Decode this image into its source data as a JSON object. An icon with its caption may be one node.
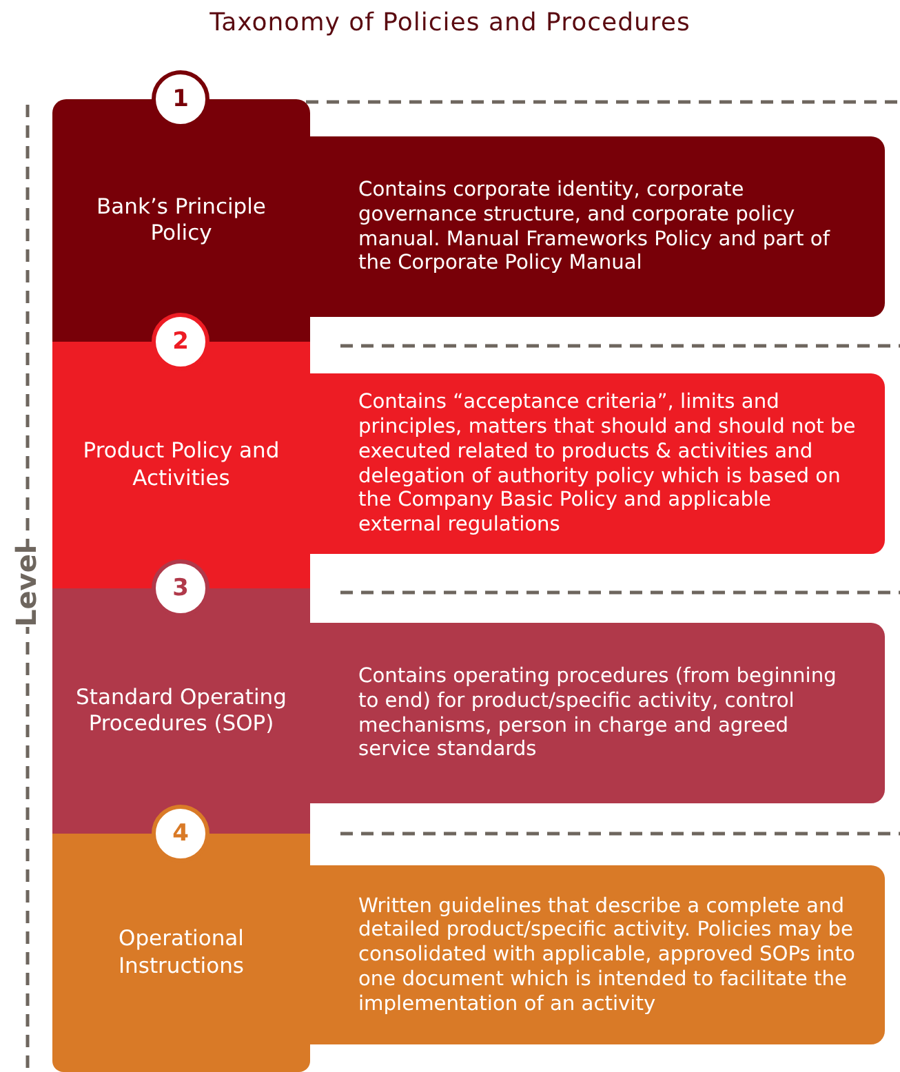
{
  "diagram": {
    "title": "Taxonomy of Policies and Procedures",
    "nodes": [
      {
        "text": [
          "1"
        ]
      },
      {
        "text": [
          "Bank’s Principle Policy"
        ]
      },
      {
        "text": [
          "Contains corporate identity, corporate governance structure, and corporate policy manual. Manual Frameworks Policy and part of the Corporate Policy Manual"
        ]
      },
      {
        "text": [
          "2"
        ]
      },
      {
        "text": [
          "Product Policy and Activities"
        ]
      },
      {
        "text": [
          "Contains “acceptance criteria”, limits and principles, matters that should and should not be executed related to products & activities and delegation of authority policy which is based on the Company Basic Policy and applicable external regulations"
        ]
      },
      {
        "text": [
          "3"
        ]
      },
      {
        "text": [
          "Standard Operating Procedures (SOP)"
        ]
      },
      {
        "text": [
          "Contains operating procedures (from beginning to end) for product/specific activity, control mechanisms, person in charge and agreed service standards"
        ]
      },
      {
        "text": [
          "4"
        ]
      },
      {
        "text": [
          "Operational Instructions"
        ]
      },
      {
        "text": [
          "Written guidelines that describe a complete and detailed product/specific activity. Policies may be consolidated with applicable, approved SOPs into one document which is intended to facilitate the implementation of an activity"
        ]
      }
    ],
    "labels": [
      "Level"
    ]
  }
}
